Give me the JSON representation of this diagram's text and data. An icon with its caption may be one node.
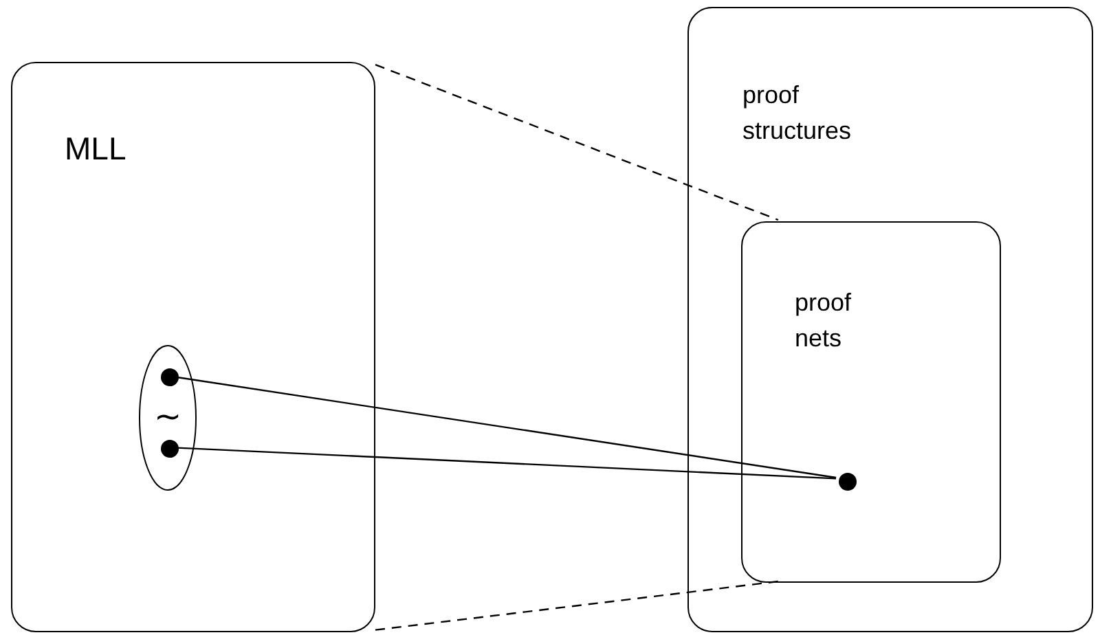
{
  "diagram": {
    "nodes": [
      {
        "text": [
          "MLL"
        ]
      },
      {
        "text": [
          "∼"
        ],
        "in": 0
      },
      {
        "text": [],
        "shape": "circle",
        "in": 1
      },
      {
        "text": [],
        "shape": "circle",
        "in": 1
      },
      {
        "text": [
          "proof structures"
        ]
      },
      {
        "text": [
          "proof nets"
        ],
        "in": 4
      },
      {
        "text": [],
        "shape": "circle",
        "in": 5
      }
    ],
    "edges": [
      {
        "from": 2,
        "to": 6,
        "arrow": "none"
      },
      {
        "from": 3,
        "to": 6,
        "arrow": "none"
      },
      {
        "from": 0,
        "to": 5,
        "arrow": "none",
        "style": "dashed"
      },
      {
        "from": 0,
        "to": 5,
        "arrow": "none",
        "style": "dashed"
      }
    ]
  }
}
